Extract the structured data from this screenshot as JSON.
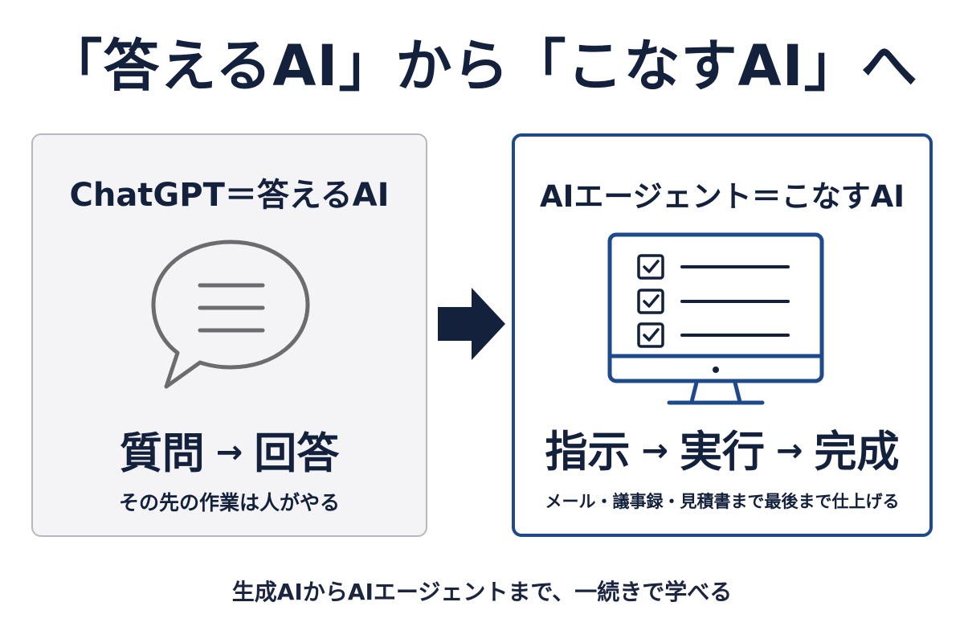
{
  "title": "「答えるAI」から「こなすAI」へ",
  "left_panel": {
    "heading": "ChatGPT＝答えるAI",
    "icon": "speech-bubble-icon",
    "flow": {
      "from": "質問",
      "arrow": "→",
      "to": "回答"
    },
    "caption": "その先の作業は人がやる"
  },
  "transition_icon": "right-arrow-icon",
  "right_panel": {
    "heading": "AIエージェント＝こなすAI",
    "icon": "monitor-checklist-icon",
    "flow": {
      "step1": "指示",
      "arrow1": "→",
      "step2": "実行",
      "arrow2": "→",
      "step3": "完成"
    },
    "caption": "メール・議事録・見積書まで最後まで仕上げる"
  },
  "footer": "生成AIからAIエージェントまで、一続きで学べる",
  "colors": {
    "navy": "#14213d",
    "accent_blue": "#1e4a8c",
    "left_panel_bg": "#f4f4f6",
    "left_panel_border": "#b8b8bc",
    "icon_gray": "#6b6b70"
  }
}
